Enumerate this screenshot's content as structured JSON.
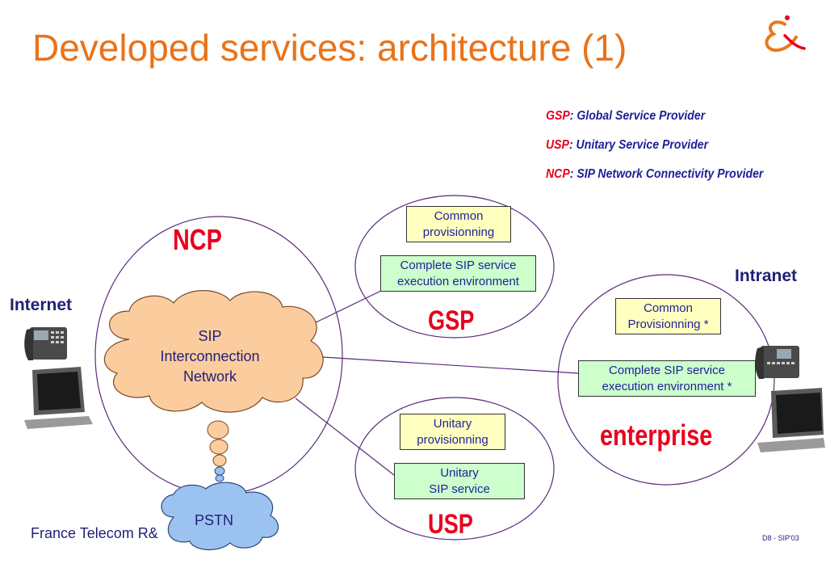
{
  "title": "Developed services: architecture (1)",
  "legend": [
    {
      "abbr": "GSP",
      "text": ": Global Service Provider"
    },
    {
      "abbr": "USP",
      "text": ": Unitary Service Provider"
    },
    {
      "abbr": "NCP",
      "text": ": SIP Network Connectivity Provider"
    }
  ],
  "ncp_label": "NCP",
  "gsp_label": "GSP",
  "usp_label": "USP",
  "enterprise_label": "enterprise",
  "internet_label": "Internet",
  "intranet_label": "Intranet",
  "sip_cloud": {
    "line1": "SIP",
    "line2": "Interconnection",
    "line3": "Network"
  },
  "pstn_label": "PSTN",
  "gsp_boxes": {
    "common_line1": "Common",
    "common_line2": "provisionning",
    "exec_line1": "Complete SIP service",
    "exec_line2": "execution environment"
  },
  "usp_boxes": {
    "prov_line1": "Unitary",
    "prov_line2": "provisionning",
    "svc_line1": "Unitary",
    "svc_line2": "SIP service"
  },
  "enterprise_boxes": {
    "common_line1": "Common",
    "common_line2": "Provisionning *",
    "exec_line1": "Complete SIP service",
    "exec_line2": "execution environment *"
  },
  "footer_left": "France Telecom R&",
  "footer_right": "D8 - SIP'03",
  "colors": {
    "title": "#e8731a",
    "accent_red": "#e8001c",
    "text_blue": "#1f1f99",
    "cloud_orange": "#fbcc9e",
    "cloud_blue": "#9cc3f0"
  },
  "icons": [
    "france-telecom-logo-icon",
    "ip-phone-icon",
    "computer-monitor-icon"
  ]
}
